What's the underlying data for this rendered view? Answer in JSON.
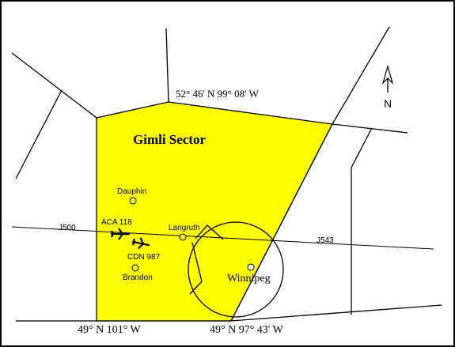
{
  "sector": {
    "title": "Gimli Sector",
    "fill_color": "#ffff00"
  },
  "coordinates": {
    "northwest": "52° 46' N 99° 08' W",
    "southwest": "49° N 101° W",
    "southeast": "49° N 97° 43' W"
  },
  "north_arrow": {
    "label": "N"
  },
  "airways": {
    "west": "J500",
    "east": "J543"
  },
  "places": {
    "dauphin": "Dauphin",
    "langruth": "Langruth",
    "brandon": "Brandon",
    "winnipeg": "Winnipeg"
  },
  "aircraft": {
    "aca": "ACA 118",
    "cdn": "CDN 987"
  }
}
